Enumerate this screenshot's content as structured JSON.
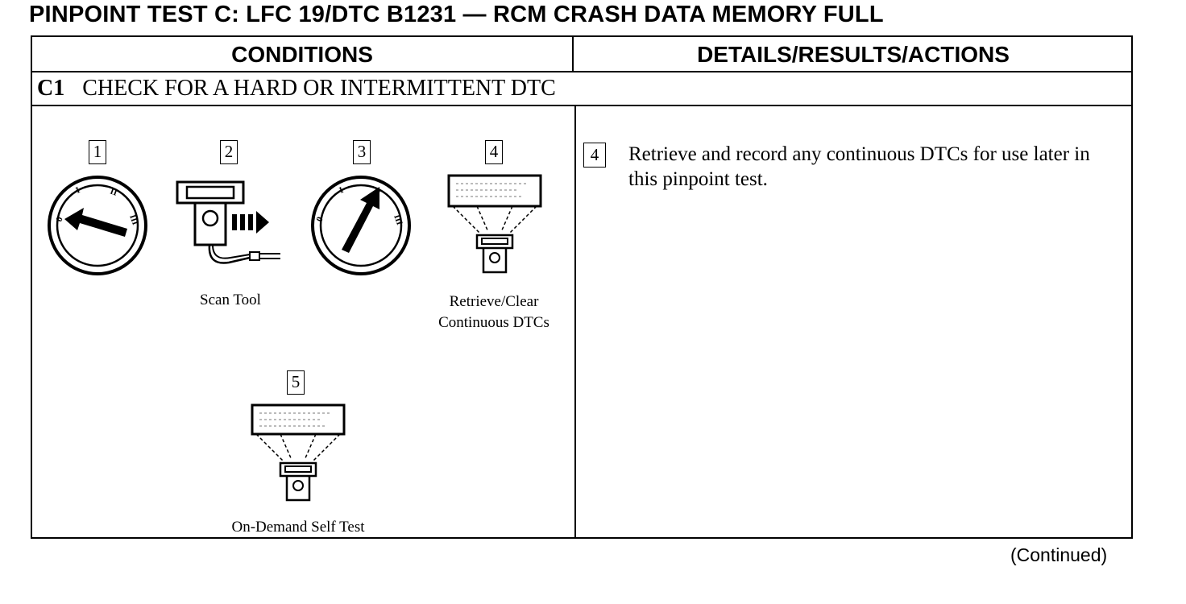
{
  "title": "PINPOINT TEST C: LFC 19/DTC B1231 — RCM CRASH DATA MEMORY FULL",
  "table": {
    "headers": {
      "conditions": "CONDITIONS",
      "details": "DETAILS/RESULTS/ACTIONS"
    },
    "step": {
      "number": "C1",
      "title": "CHECK FOR A HARD OR INTERMITTENT DTC"
    },
    "figures": [
      {
        "number": "1",
        "icon": "ignition-switch-off-icon",
        "caption": ""
      },
      {
        "number": "2",
        "icon": "scan-tool-connect-icon",
        "caption": "Scan Tool"
      },
      {
        "number": "3",
        "icon": "ignition-switch-on-icon",
        "caption": ""
      },
      {
        "number": "4",
        "icon": "scan-tool-display-icon",
        "caption_lines": [
          "Retrieve/Clear",
          "Continuous DTCs"
        ]
      },
      {
        "number": "5",
        "icon": "scan-tool-display-icon",
        "caption": "On-Demand Self Test"
      }
    ],
    "action": {
      "number": "4",
      "text": "Retrieve and record any continuous DTCs for use later in this pinpoint test."
    }
  },
  "footer": {
    "continued": "(Continued)"
  }
}
